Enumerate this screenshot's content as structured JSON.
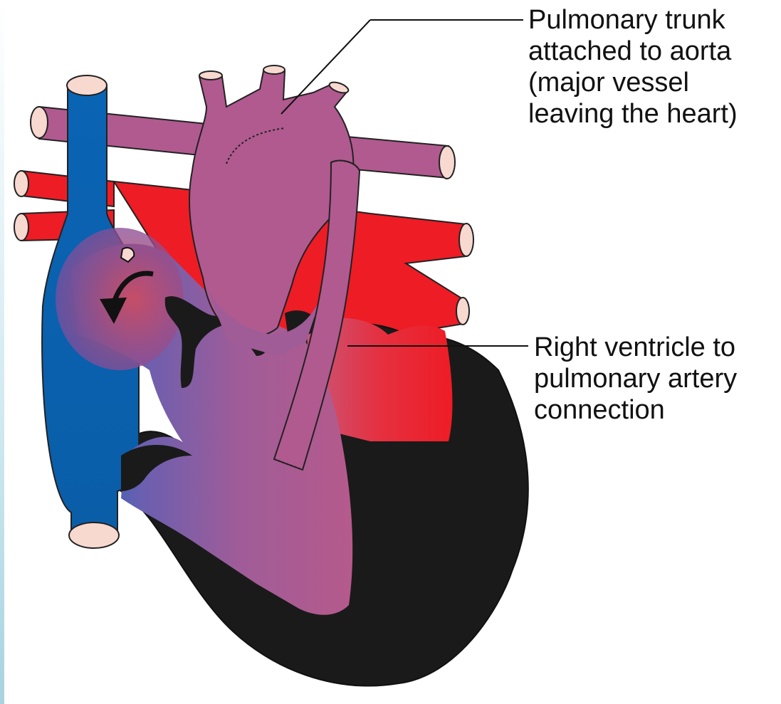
{
  "labels": {
    "pulmonary_trunk": {
      "lines": [
        "Pulmonary trunk",
        "attached to aorta",
        "(major vessel",
        "leaving the heart)"
      ]
    },
    "rv_to_pa": {
      "lines": [
        "Right ventricle to",
        "pulmonary artery",
        "connection"
      ]
    }
  },
  "colors": {
    "venous_blue": "#0a64b4",
    "arterial_red": "#ee1c25",
    "mixed_purple": "#b05a90",
    "heart_black": "#1a1a1a",
    "vessel_opening": "#f7d9d0"
  }
}
